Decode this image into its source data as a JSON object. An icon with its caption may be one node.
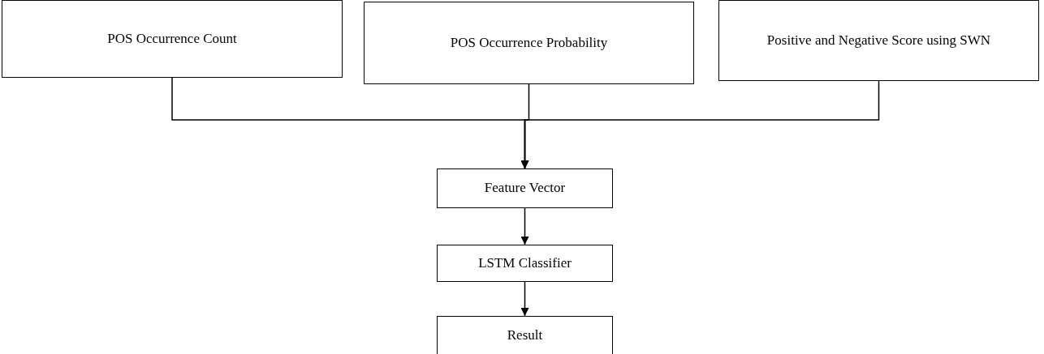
{
  "diagram": {
    "nodes": [
      {
        "text": [
          "POS Occurrence Count"
        ]
      },
      {
        "text": [
          "POS Occurrence Probability"
        ]
      },
      {
        "text": [
          "Positive and Negative Score using SWN"
        ]
      },
      {
        "text": [
          "Feature Vector"
        ]
      },
      {
        "text": [
          "LSTM Classifier"
        ]
      },
      {
        "text": [
          "Result"
        ]
      }
    ],
    "edges": [
      {
        "from": 0,
        "to": 3,
        "arrow": "to"
      },
      {
        "from": 1,
        "to": 3,
        "arrow": "to"
      },
      {
        "from": 2,
        "to": 3,
        "arrow": "to"
      },
      {
        "from": 3,
        "to": 4,
        "arrow": "to"
      },
      {
        "from": 4,
        "to": 5,
        "arrow": "to"
      }
    ]
  }
}
